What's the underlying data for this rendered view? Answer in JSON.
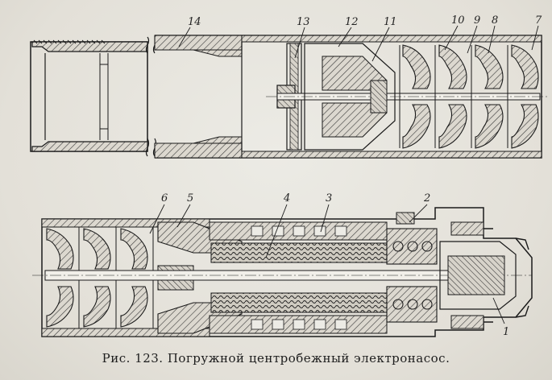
{
  "figure": {
    "caption": "Рис. 123. Погружной центробежный электронасос.",
    "callouts": {
      "c1": "1",
      "c2": "2",
      "c3": "3",
      "c4": "4",
      "c5": "5",
      "c6": "6",
      "c7": "7",
      "c8": "8",
      "c9": "9",
      "c10": "10",
      "c11": "11",
      "c12": "12",
      "c13": "13",
      "c14": "14"
    }
  }
}
